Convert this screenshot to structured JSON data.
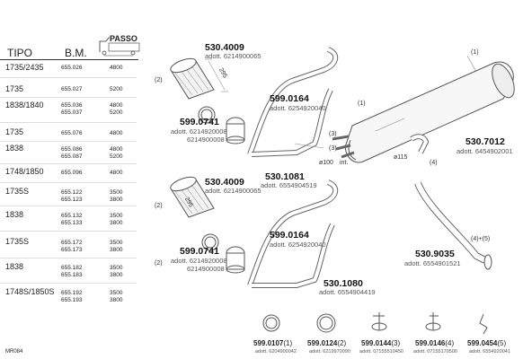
{
  "table": {
    "headers": {
      "tipo": "TIPO",
      "bm": "B.M."
    },
    "rows": [
      {
        "tipo": "1735/2435",
        "bm": [
          "655.026"
        ],
        "passo": [
          "4800"
        ]
      },
      {
        "tipo": "1735",
        "bm": [
          "655.027"
        ],
        "passo": [
          "5200"
        ]
      },
      {
        "tipo": "1838/1840",
        "bm": [
          "655.036",
          "655.037"
        ],
        "passo": [
          "4800",
          "5200"
        ]
      },
      {
        "tipo": "1735",
        "bm": [
          "655.076"
        ],
        "passo": [
          "4800"
        ]
      },
      {
        "tipo": "1838",
        "bm": [
          "655.086",
          "655.087"
        ],
        "passo": [
          "4800",
          "5200"
        ]
      },
      {
        "tipo": "1748/1850",
        "bm": [
          "655.096"
        ],
        "passo": [
          "4800"
        ]
      },
      {
        "tipo": "1735S",
        "bm": [
          "655.122",
          "655.123"
        ],
        "passo": [
          "3500",
          "3800"
        ]
      },
      {
        "tipo": "1838",
        "bm": [
          "655.132",
          "655.133"
        ],
        "passo": [
          "3500",
          "3800"
        ]
      },
      {
        "tipo": "1735S",
        "bm": [
          "655.172",
          "655.173"
        ],
        "passo": [
          "3500",
          "3800"
        ]
      },
      {
        "tipo": "1838",
        "bm": [
          "655.182",
          "655.183"
        ],
        "passo": [
          "3500",
          "3800"
        ]
      },
      {
        "tipo": "1748S/1850S",
        "bm": [
          "655.192",
          "655.193"
        ],
        "passo": [
          "3500",
          "3800"
        ]
      }
    ]
  },
  "logo_text": "PASSO",
  "bottom_code": "MR084",
  "parts": {
    "p1": {
      "number": "530.4009",
      "adott": "adott. 6214900065"
    },
    "p2": {
      "number": "599.0164",
      "adott": "adott. 6254920040"
    },
    "p3": {
      "number": "599.0741",
      "adott1": "adott. 6214920008",
      "adott2": "6214900008"
    },
    "p4": {
      "number": "530.1081",
      "adott": "adott. 6554904519"
    },
    "p5": {
      "number": "530.4009",
      "adott": "adott. 6214900065"
    },
    "p6": {
      "number": "599.0164",
      "adott": "adott. 6254920040"
    },
    "p7": {
      "number": "599.0741",
      "adott1": "adott. 6214920008",
      "adott2": "6214900008"
    },
    "p8": {
      "number": "530.1080",
      "adott": "adott. 6554904419"
    },
    "p9": {
      "number": "530.7012",
      "adott": "adott. 6454902001"
    },
    "p10": {
      "number": "530.9035",
      "adott": "adott. 6554901521"
    }
  },
  "callouts": {
    "c1": "(1)",
    "c2": "(1)",
    "c3": "(2)",
    "c4": "(2)",
    "c5": "(2)",
    "c6": "(3)",
    "c7": "(3)",
    "c8": "(4)",
    "c9": "(4)+(5)",
    "d100": "ø100",
    "d100b": "int.",
    "d115": "ø115",
    "dim1": "295",
    "dim2": "295"
  },
  "bottom_parts": [
    {
      "number": "599.0107",
      "tag": "(1)",
      "adott": "adott. 6204900042"
    },
    {
      "number": "599.0124",
      "tag": "(2)",
      "adott": "adott. 6219970090"
    },
    {
      "number": "599.0144",
      "tag": "(3)",
      "adott": "adott. 07155510450"
    },
    {
      "number": "599.0146",
      "tag": "(4)",
      "adott": "adott. 07155170500"
    },
    {
      "number": "599.0454",
      "tag": "(5)",
      "adott": "adott. 6554920041"
    }
  ]
}
